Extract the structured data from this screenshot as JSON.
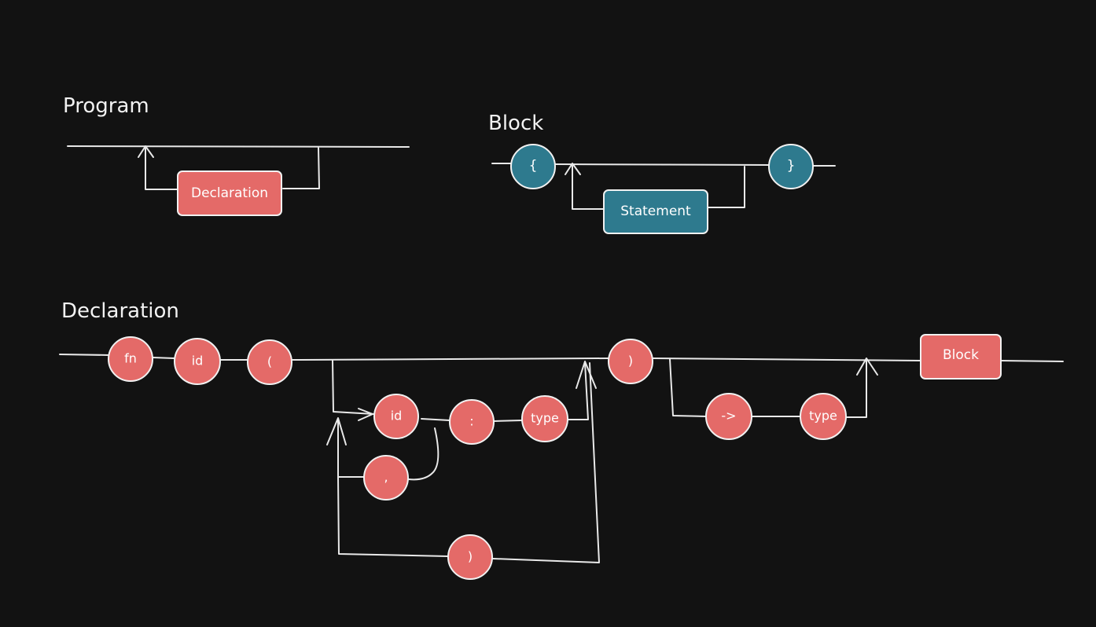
{
  "program": {
    "title": "Program",
    "declaration_box": "Declaration"
  },
  "block": {
    "title": "Block",
    "open_brace": "{",
    "statement_box": "Statement",
    "close_brace": "}"
  },
  "declaration": {
    "title": "Declaration",
    "fn": "fn",
    "id": "id",
    "open_paren": "(",
    "param_id": "id",
    "colon": ":",
    "param_type": "type",
    "comma": ",",
    "inner_close_paren": ")",
    "close_paren": ")",
    "arrow": "->",
    "return_type": "type",
    "block_box": "Block"
  },
  "colors": {
    "background": "#121212",
    "terminal_red": "#e46a68",
    "nonterminal_teal": "#2e7a8e",
    "line": "#e9e9e9"
  }
}
